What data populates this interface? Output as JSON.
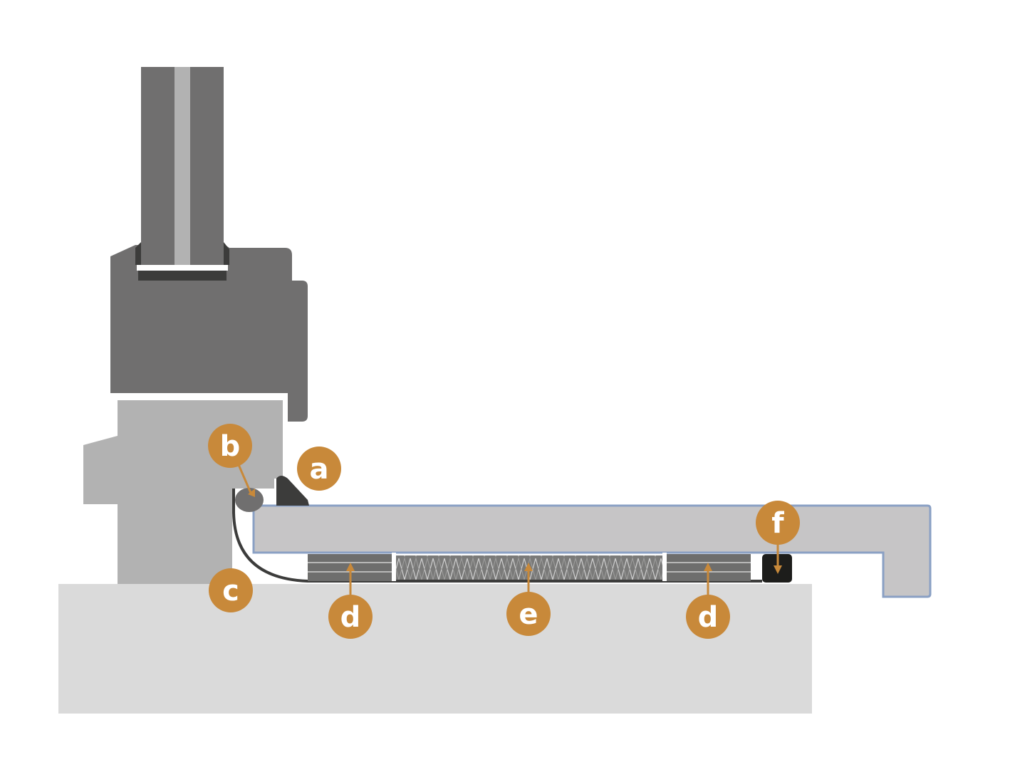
{
  "colors": {
    "frame": "#706f6f",
    "glass_core": "#b2b2b2",
    "dark": "#3c3c3b",
    "subframe": "#b2b2b2",
    "floor": "#dadada",
    "sill": "#c6c5c6",
    "sill_outline": "#8aa0c4",
    "badge": "#c8893a",
    "black": "#1d1d1b"
  },
  "labels": {
    "a": "a",
    "b": "b",
    "c": "c",
    "d1": "d",
    "e": "e",
    "d2": "d",
    "f": "f"
  }
}
